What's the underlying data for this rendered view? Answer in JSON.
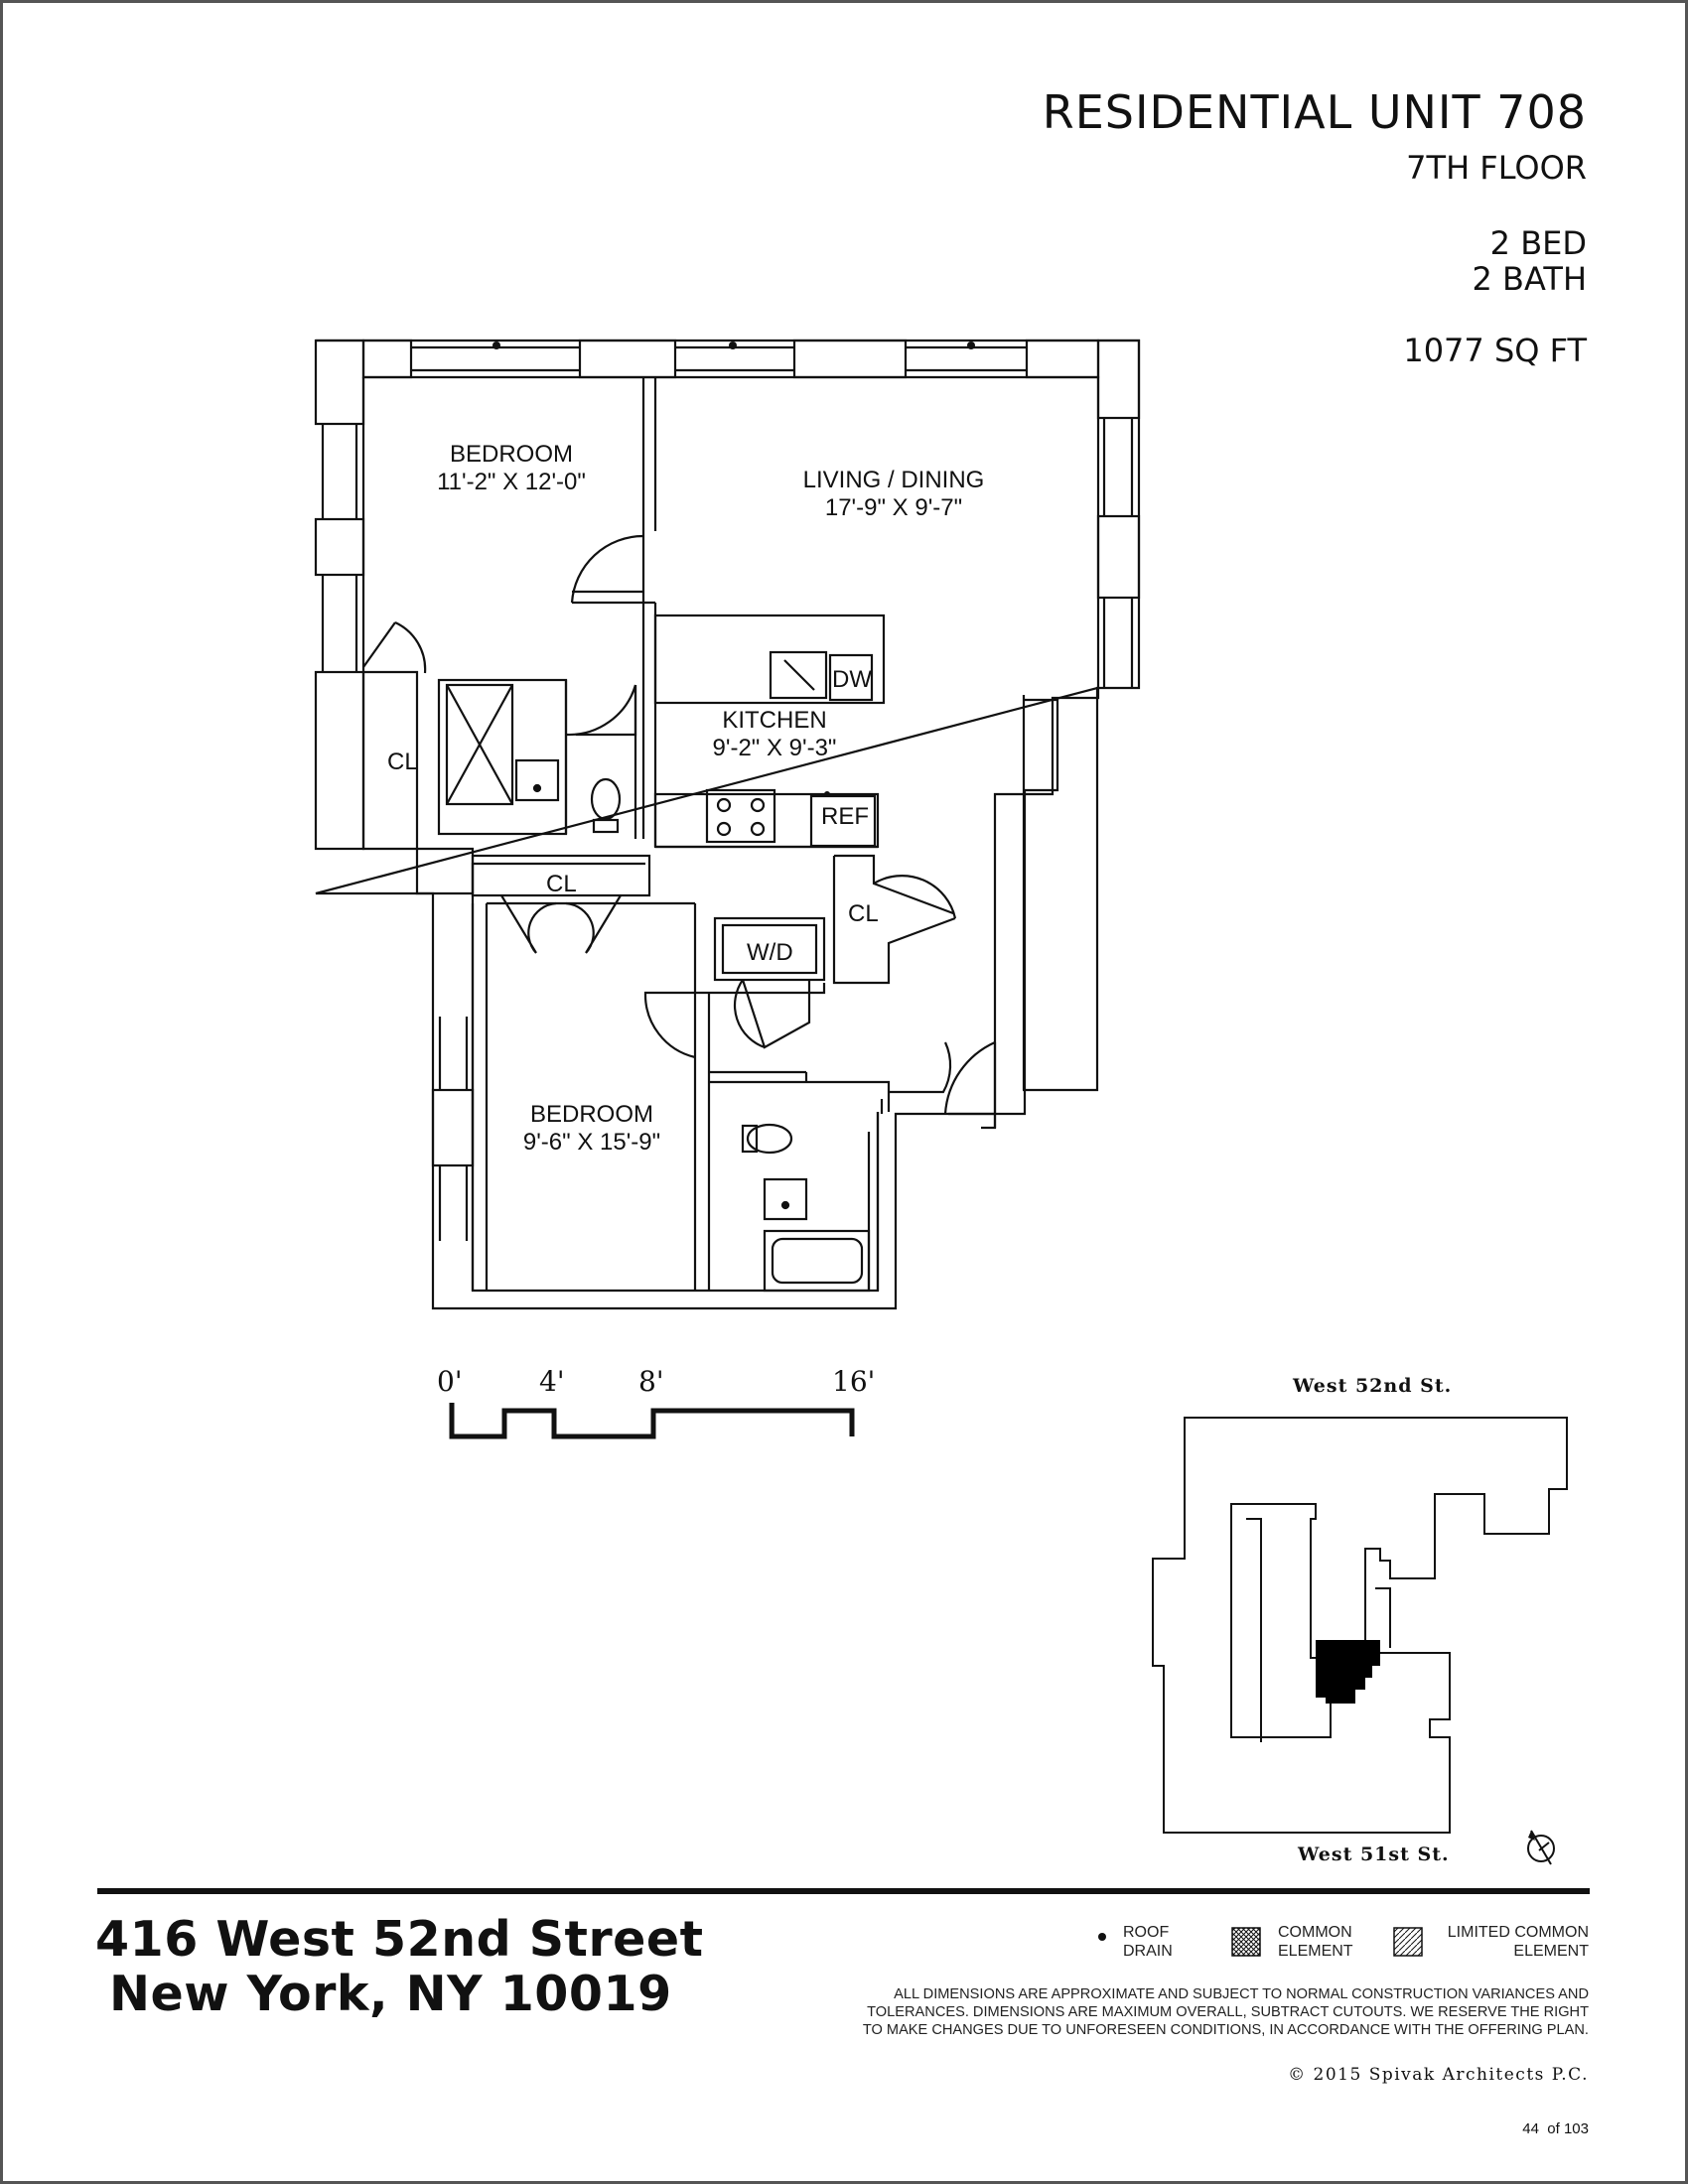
{
  "unit": {
    "title": "RESIDENTIAL UNIT 708",
    "floor": "7TH FLOOR",
    "beds": "2 BED",
    "baths": "2 BATH",
    "area": "1077 SQ FT"
  },
  "rooms": {
    "bedroom1": {
      "name": "BEDROOM",
      "size": "11'-2\" X 12'-0\""
    },
    "living": {
      "name": "LIVING / DINING",
      "size": "17'-9\" X 9'-7\""
    },
    "kitchen": {
      "name": "KITCHEN",
      "size": "9'-2\" X 9'-3\""
    },
    "bedroom2": {
      "name": "BEDROOM",
      "size": "9'-6\" X 15'-9\""
    },
    "closet_label": "CL",
    "washer_dryer": "W/D",
    "refrigerator": "REF",
    "dishwasher": "DW"
  },
  "scale_bar": {
    "labels": [
      "0'",
      "4'",
      "8'",
      "16'"
    ]
  },
  "key_plan": {
    "north_street": "West 52nd St.",
    "south_street": "West 51st St."
  },
  "address": {
    "line1": "416 West 52nd Street",
    "line2": "New York, NY 10019"
  },
  "legend": [
    {
      "icon": "roof-drain-dot",
      "line1": "ROOF",
      "line2": "DRAIN"
    },
    {
      "icon": "crosshatch-square",
      "line1": "COMMON",
      "line2": "ELEMENT"
    },
    {
      "icon": "diagonal-hatch-square",
      "line1": "LIMITED COMMON",
      "line2": "ELEMENT"
    }
  ],
  "disclaimer": [
    "ALL DIMENSIONS ARE APPROXIMATE AND SUBJECT TO NORMAL CONSTRUCTION VARIANCES AND",
    "TOLERANCES. DIMENSIONS ARE MAXIMUM OVERALL, SUBTRACT CUTOUTS. WE RESERVE THE RIGHT",
    "TO MAKE CHANGES DUE TO UNFORESEEN CONDITIONS, IN ACCORDANCE WITH THE OFFERING PLAN."
  ],
  "copyright": "©  2015 Spivak Architects P.C.",
  "page": {
    "current": "44",
    "label": "of 103"
  },
  "colors": {
    "ink": "#111111",
    "background": "#ffffff",
    "unit_highlight": "#000000"
  }
}
